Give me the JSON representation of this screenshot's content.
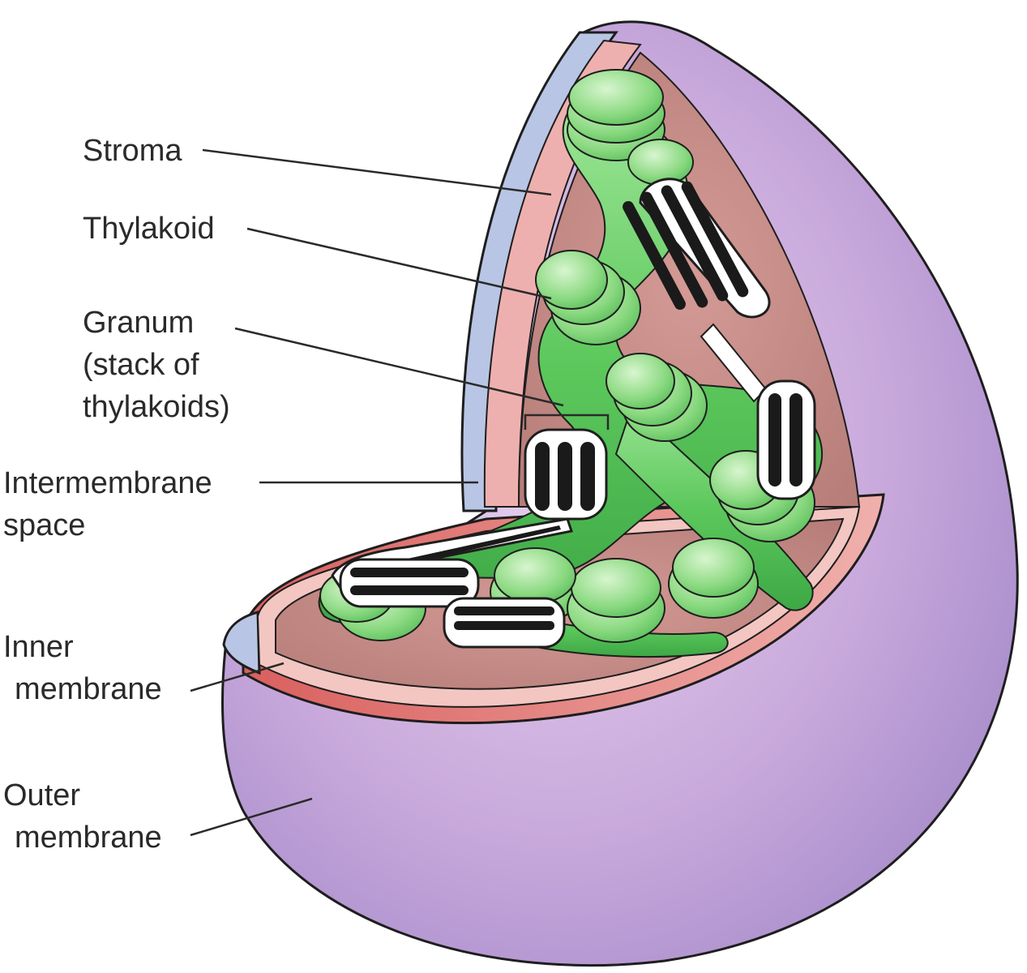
{
  "labels": {
    "stroma": "Stroma",
    "thylakoid": "Thylakoid",
    "granum_line1": "Granum",
    "granum_line2": "(stack of",
    "granum_line3": "thylakoids)",
    "intermembrane_line1": "Intermembrane",
    "intermembrane_line2": "space",
    "inner_line1": "Inner",
    "inner_line2": "membrane",
    "outer_line1": "Outer",
    "outer_line2": "membrane"
  },
  "colors": {
    "outer_membrane": "#c9a9dc",
    "outer_membrane_shade": "#9a7fc0",
    "intermembrane_blue": "#a9b8dc",
    "inner_membrane_pink": "#eaa0a0",
    "stroma": "#c98a86",
    "thylakoid_green": "#5cc85c",
    "thylakoid_light": "#a6e6a0",
    "lumen_dark": "#1a1a1a"
  }
}
